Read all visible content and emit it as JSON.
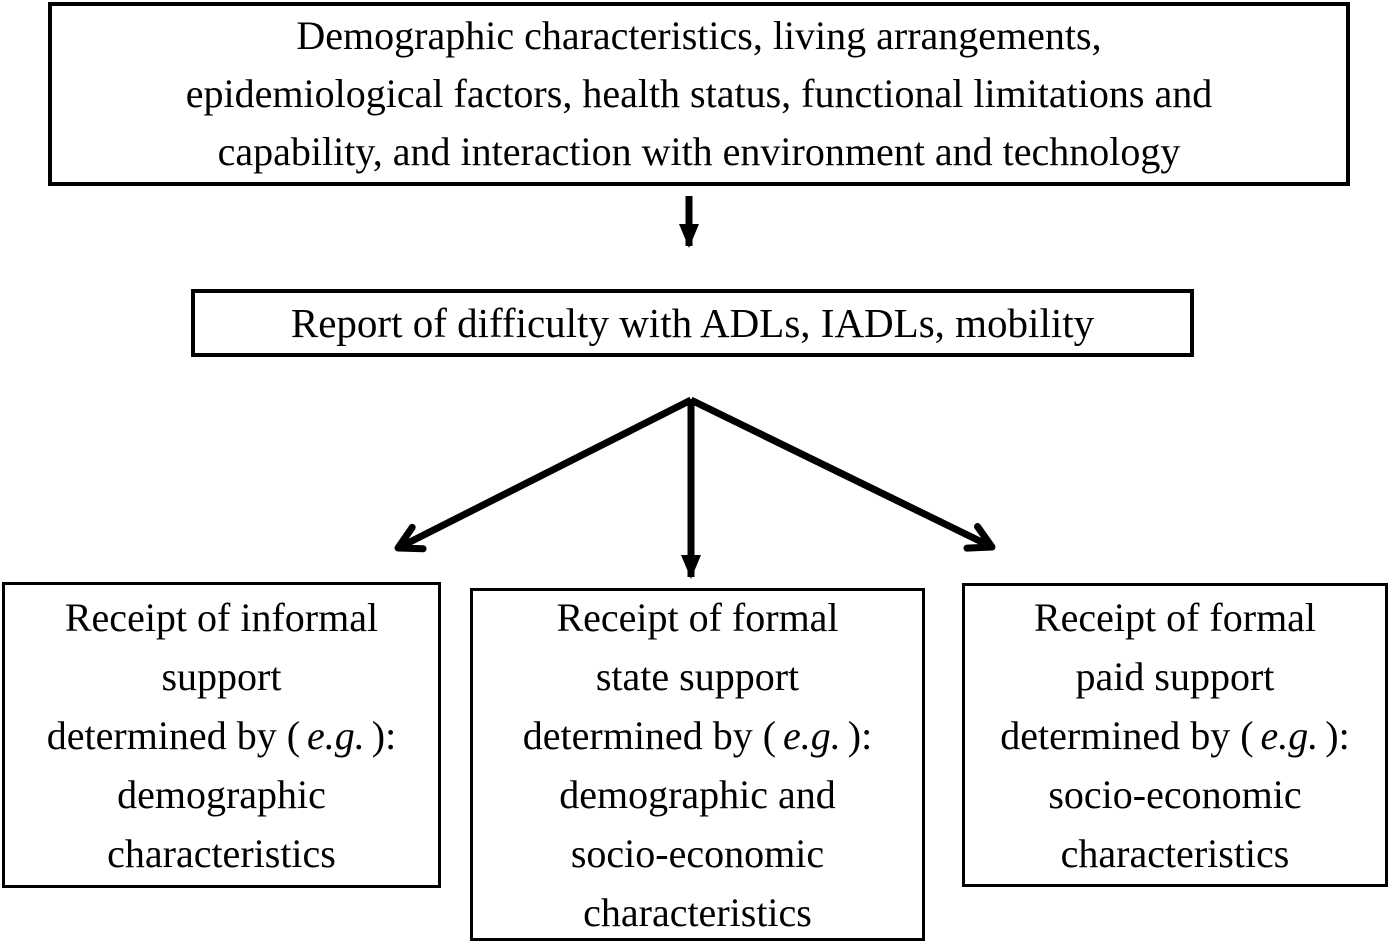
{
  "figure": {
    "background_color": "#ffffff",
    "line_color": "#000000",
    "top_box": {
      "text": "Demographic characteristics, living arrangements,\nepidemiological factors, health status, functional limitations and\ncapability, and interaction with environment and technology"
    },
    "report_box": {
      "text": "Report of difficulty with ADLs, IADLs, mobility"
    },
    "outcome_boxes": [
      {
        "title": "Receipt of informal\nsupport",
        "determined_prefix": "determined by (",
        "eg": "e.g.",
        "determined_suffix": "):",
        "details": "demographic\ncharacteristics"
      },
      {
        "title": "Receipt of formal\nstate support",
        "determined_prefix": "determined by (",
        "eg": "e.g.",
        "determined_suffix": "):",
        "details": "demographic and\nsocio-economic\ncharacteristics"
      },
      {
        "title": "Receipt of formal\npaid support",
        "determined_prefix": "determined by (",
        "eg": "e.g.",
        "determined_suffix": "):",
        "details": "socio-economic\ncharacteristics"
      }
    ]
  }
}
